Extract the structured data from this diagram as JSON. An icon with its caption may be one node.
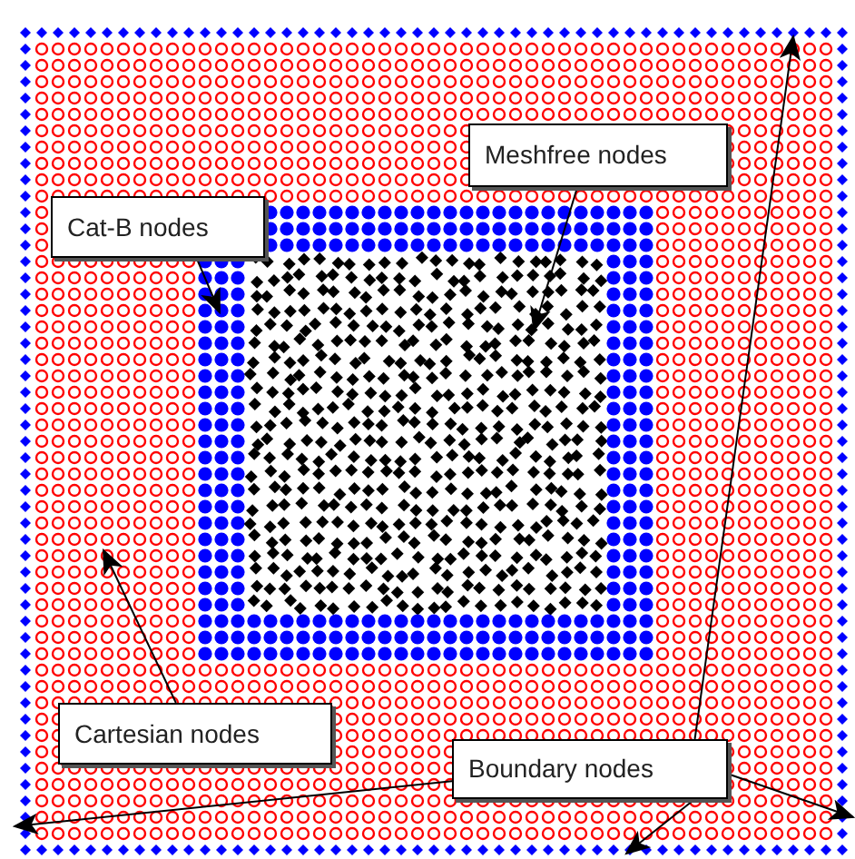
{
  "diagram": {
    "nodes": [
      {
        "text": [
          "Meshfree nodes"
        ]
      },
      {
        "text": [
          "Cat-B nodes"
        ]
      },
      {
        "text": [
          "Cartesian nodes"
        ]
      },
      {
        "text": [
          "Boundary nodes"
        ]
      }
    ],
    "edges": [
      {
        "from": 0,
        "to": null,
        "arrow": "to"
      },
      {
        "from": 1,
        "to": null,
        "arrow": "to"
      },
      {
        "from": 2,
        "to": null,
        "arrow": "to"
      },
      {
        "from": 3,
        "to": null,
        "arrow": "to"
      },
      {
        "from": 3,
        "to": null,
        "arrow": "to"
      },
      {
        "from": 3,
        "to": null,
        "arrow": "to"
      },
      {
        "from": 3,
        "to": null,
        "arrow": "to"
      }
    ]
  }
}
